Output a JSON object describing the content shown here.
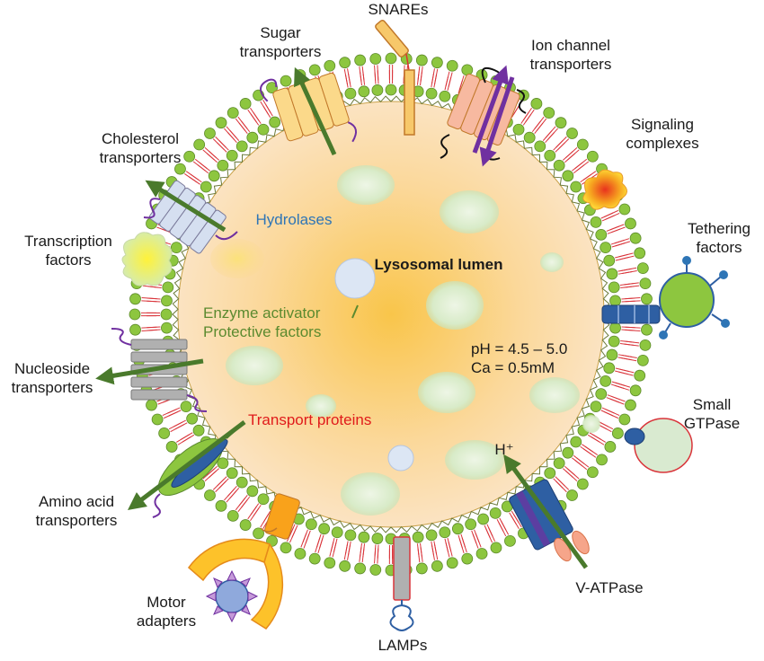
{
  "labels": {
    "snares": "SNAREs",
    "sugar_transporters": [
      "Sugar",
      "transporters"
    ],
    "ion_channel_transporters": [
      "Ion channel",
      "transporters"
    ],
    "signaling_complexes": [
      "Signaling",
      "complexes"
    ],
    "cholesterol_transporters": [
      "Cholesterol",
      "transporters"
    ],
    "tethering_factors": [
      "Tethering",
      "factors"
    ],
    "transcription_factors": [
      "Transcription",
      "factors"
    ],
    "nucleoside_transporters": [
      "Nucleoside",
      "transporters"
    ],
    "small_gtpase": [
      "Small",
      "GTPase"
    ],
    "amino_acid_transporters": [
      "Amino acid",
      "transporters"
    ],
    "motor_adapters": [
      "Motor",
      "adapters"
    ],
    "lamps": "LAMPs",
    "v_atpase": "V-ATPase",
    "h_plus": "H⁺"
  },
  "lumen": {
    "title": "Lysosomal lumen",
    "hydrolases": "Hydrolases",
    "enzyme_activator": "Enzyme activator",
    "protective_factors": "Protective factors",
    "ph": "pH = 4.5 – 5.0",
    "calcium": "Ca = 0.5mM",
    "transport_proteins": "Transport proteins"
  },
  "colors": {
    "lumen_center": "#f9c54a",
    "lumen_edge": "#fbe3c4",
    "membrane_head": "#8dc63f",
    "membrane_tail": "#d9343a",
    "arrow_green": "#4a7a2c",
    "hydrolases_text": "#2e75b6",
    "enzyme_text": "#5b8a2f",
    "transport_text": "#e01b1b",
    "vesicle": "#d9ead0",
    "purple_arrow": "#7030a0"
  }
}
